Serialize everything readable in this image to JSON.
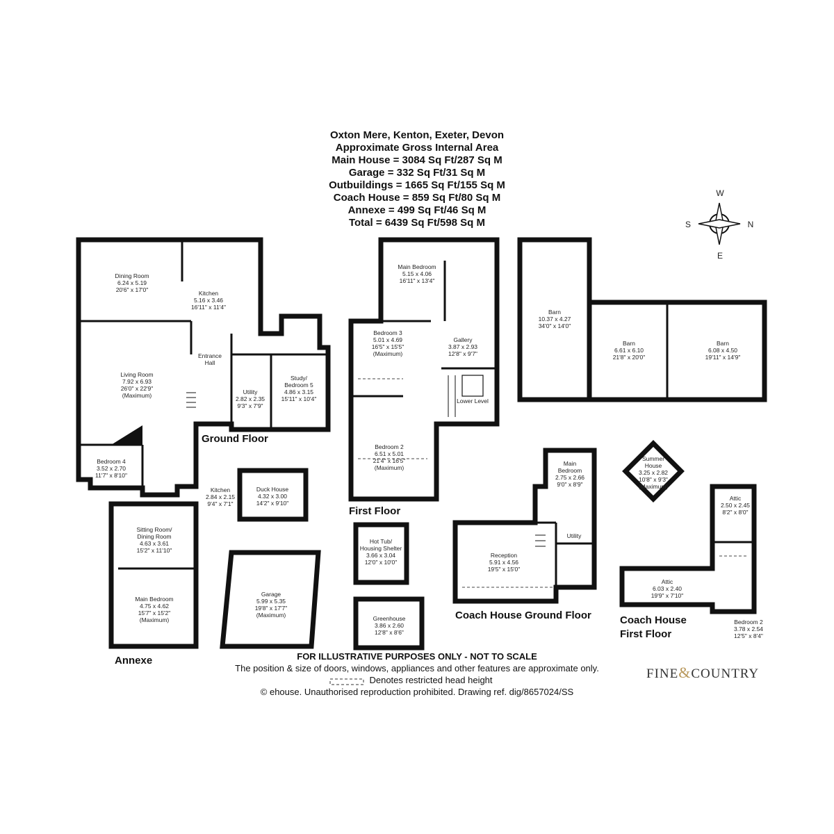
{
  "header": {
    "lines": [
      "Oxton Mere, Kenton, Exeter, Devon",
      "Approximate Gross Internal Area",
      "Main House = 3084 Sq Ft/287 Sq M",
      "Garage = 332 Sq Ft/31 Sq M",
      "Outbuildings = 1665 Sq Ft/155 Sq M",
      "Coach House = 859 Sq Ft/80 Sq M",
      "Annexe = 499 Sq Ft/46 Sq M",
      "Total = 6439 Sq Ft/598 Sq M"
    ]
  },
  "compass": {
    "north": "N",
    "south": "S",
    "east": "E",
    "west": "W"
  },
  "floor_labels": {
    "ground": "Ground Floor",
    "first": "First Floor",
    "annexe": "Annexe",
    "coach_ground": "Coach House Ground Floor",
    "coach_first_1": "Coach House",
    "coach_first_2": "First Floor"
  },
  "rooms": {
    "dining": [
      "Dining Room",
      "6.24 x 5.19",
      "20'6\" x 17'0\""
    ],
    "kitchen": [
      "Kitchen",
      "5.16 x 3.46",
      "16'11\" x 11'4\""
    ],
    "entrance": [
      "Entrance",
      "Hall"
    ],
    "living": [
      "Living Room",
      "7.92 x 6.93",
      "26'0\" x 22'9\"",
      "(Maximum)"
    ],
    "utility": [
      "Utility",
      "2.82 x 2.35",
      "9'3\" x 7'9\""
    ],
    "study": [
      "Study/",
      "Bedroom 5",
      "4.86 x 3.15",
      "15'11\" x 10'4\""
    ],
    "bed4": [
      "Bedroom 4",
      "3.52 x 2.70",
      "11'7\" x 8'10\""
    ],
    "annexe_kitchen": [
      "Kitchen",
      "2.84 x 2.15",
      "9'4\" x 7'1\""
    ],
    "sitting": [
      "Sitting Room/",
      "Dining Room",
      "4.63 x 3.61",
      "15'2\" x 11'10\""
    ],
    "annexe_main_bed": [
      "Main Bedroom",
      "4.75 x 4.62",
      "15'7\" x 15'2\"",
      "(Maximum)"
    ],
    "duck": [
      "Duck House",
      "4.32 x 3.00",
      "14'2\" x 9'10\""
    ],
    "garage": [
      "Garage",
      "5.99 x 5.35",
      "19'8\" x 17'7\"",
      "(Maximum)"
    ],
    "main_bed": [
      "Main Bedroom",
      "5.15 x 4.06",
      "16'11\" x 13'4\""
    ],
    "bed3": [
      "Bedroom 3",
      "5.01 x 4.69",
      "16'5\" x 15'5\"",
      "(Maximum)"
    ],
    "gallery": [
      "Gallery",
      "3.87 x 2.93",
      "12'8\" x 9'7\""
    ],
    "lower_level": [
      "Lower Level"
    ],
    "bed2": [
      "Bedroom 2",
      "6.51 x 5.01",
      "21'4\" x 16'5\"",
      "(Maximum)"
    ],
    "hot_tub": [
      "Hot Tub/",
      "Housing Shelter",
      "3.66 x 3.04",
      "12'0\" x 10'0\""
    ],
    "greenhouse": [
      "Greenhouse",
      "3.86 x 2.60",
      "12'8\" x 8'6\""
    ],
    "barn1": [
      "Barn",
      "10.37 x 4.27",
      "34'0\" x 14'0\""
    ],
    "barn2": [
      "Barn",
      "6.61 x 6.10",
      "21'8\" x 20'0\""
    ],
    "barn3": [
      "Barn",
      "6.08 x 4.50",
      "19'11\" x 14'9\""
    ],
    "coach_main_bed": [
      "Main",
      "Bedroom",
      "2.75 x 2.66",
      "9'0\" x 8'9\""
    ],
    "coach_utility": [
      "Utility"
    ],
    "reception": [
      "Reception",
      "5.91 x 4.56",
      "19'5\" x 15'0\""
    ],
    "summer": [
      "Summer",
      "House",
      "3.25 x 2.82",
      "10'8\" x 9'3\"",
      "(Maximum)"
    ],
    "attic1": [
      "Attic",
      "2.50 x 2.45",
      "8'2\" x 8'0\""
    ],
    "attic2": [
      "Attic",
      "6.03 x 2.40",
      "19'9\" x 7'10\""
    ],
    "coach_bed2": [
      "Bedroom 2",
      "3.78 x 2.54",
      "12'5\" x 8'4\""
    ]
  },
  "footer": {
    "disclaimer": "FOR ILLUSTRATIVE PURPOSES ONLY - NOT TO SCALE",
    "note": "The position & size of doors, windows, appliances and other features are approximate only.",
    "legend": "Denotes restricted head height",
    "copyright": "© ehouse. Unauthorised reproduction prohibited. Drawing ref. dig/8657024/SS"
  },
  "logo": {
    "word1": "FINE",
    "amp": "&",
    "word2": "COUNTRY"
  }
}
